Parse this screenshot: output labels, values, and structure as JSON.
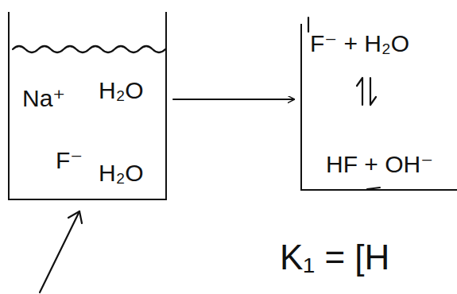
{
  "diagram": {
    "nodes": [
      {
        "text": [
          "Na⁺",
          "H₂O",
          "F⁻",
          "H₂O"
        ]
      },
      {
        "text": [
          "F⁻ + H₂O",
          "HF + OH⁻"
        ]
      }
    ],
    "edges": [
      {
        "from": 0,
        "to": 1,
        "arrow": "to"
      }
    ],
    "labels": [
      "K₁ = [H"
    ]
  }
}
